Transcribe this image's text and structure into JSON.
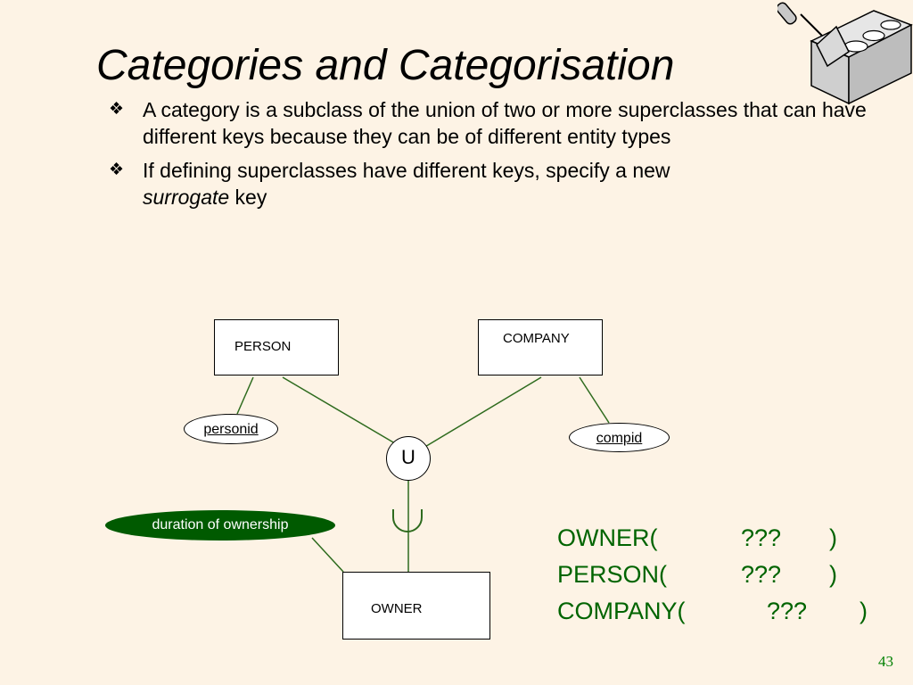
{
  "slide": {
    "title": "Categories and Categorisation",
    "number": "43"
  },
  "bullets": [
    {
      "marker": "❖",
      "text": "A category is a subclass of the union of two or more superclasses that can have different keys because they can be of different entity types"
    },
    {
      "marker": "❖",
      "text_before": "If defining superclasses have different keys, specify a new",
      "text_italic": "surrogate",
      "text_after": " key"
    }
  ],
  "diagram": {
    "entities": {
      "person": "PERSON",
      "company": "COMPANY",
      "owner": "OWNER"
    },
    "attributes": {
      "personid": "personid",
      "compid": "compid",
      "duration": "duration of ownership"
    },
    "union_symbol": "U",
    "subset_symbol": "∪"
  },
  "relations": [
    {
      "name": "OWNER(",
      "key": "???",
      "close": ")"
    },
    {
      "name": "PERSON(",
      "key": "???",
      "close": ")"
    },
    {
      "name": "COMPANY(",
      "key": "???",
      "close": ")"
    }
  ],
  "colors": {
    "background": "#fdf3e5",
    "connector": "#2e6b1e",
    "relation_text": "#006400",
    "highlight_attribute": "#005a00"
  }
}
